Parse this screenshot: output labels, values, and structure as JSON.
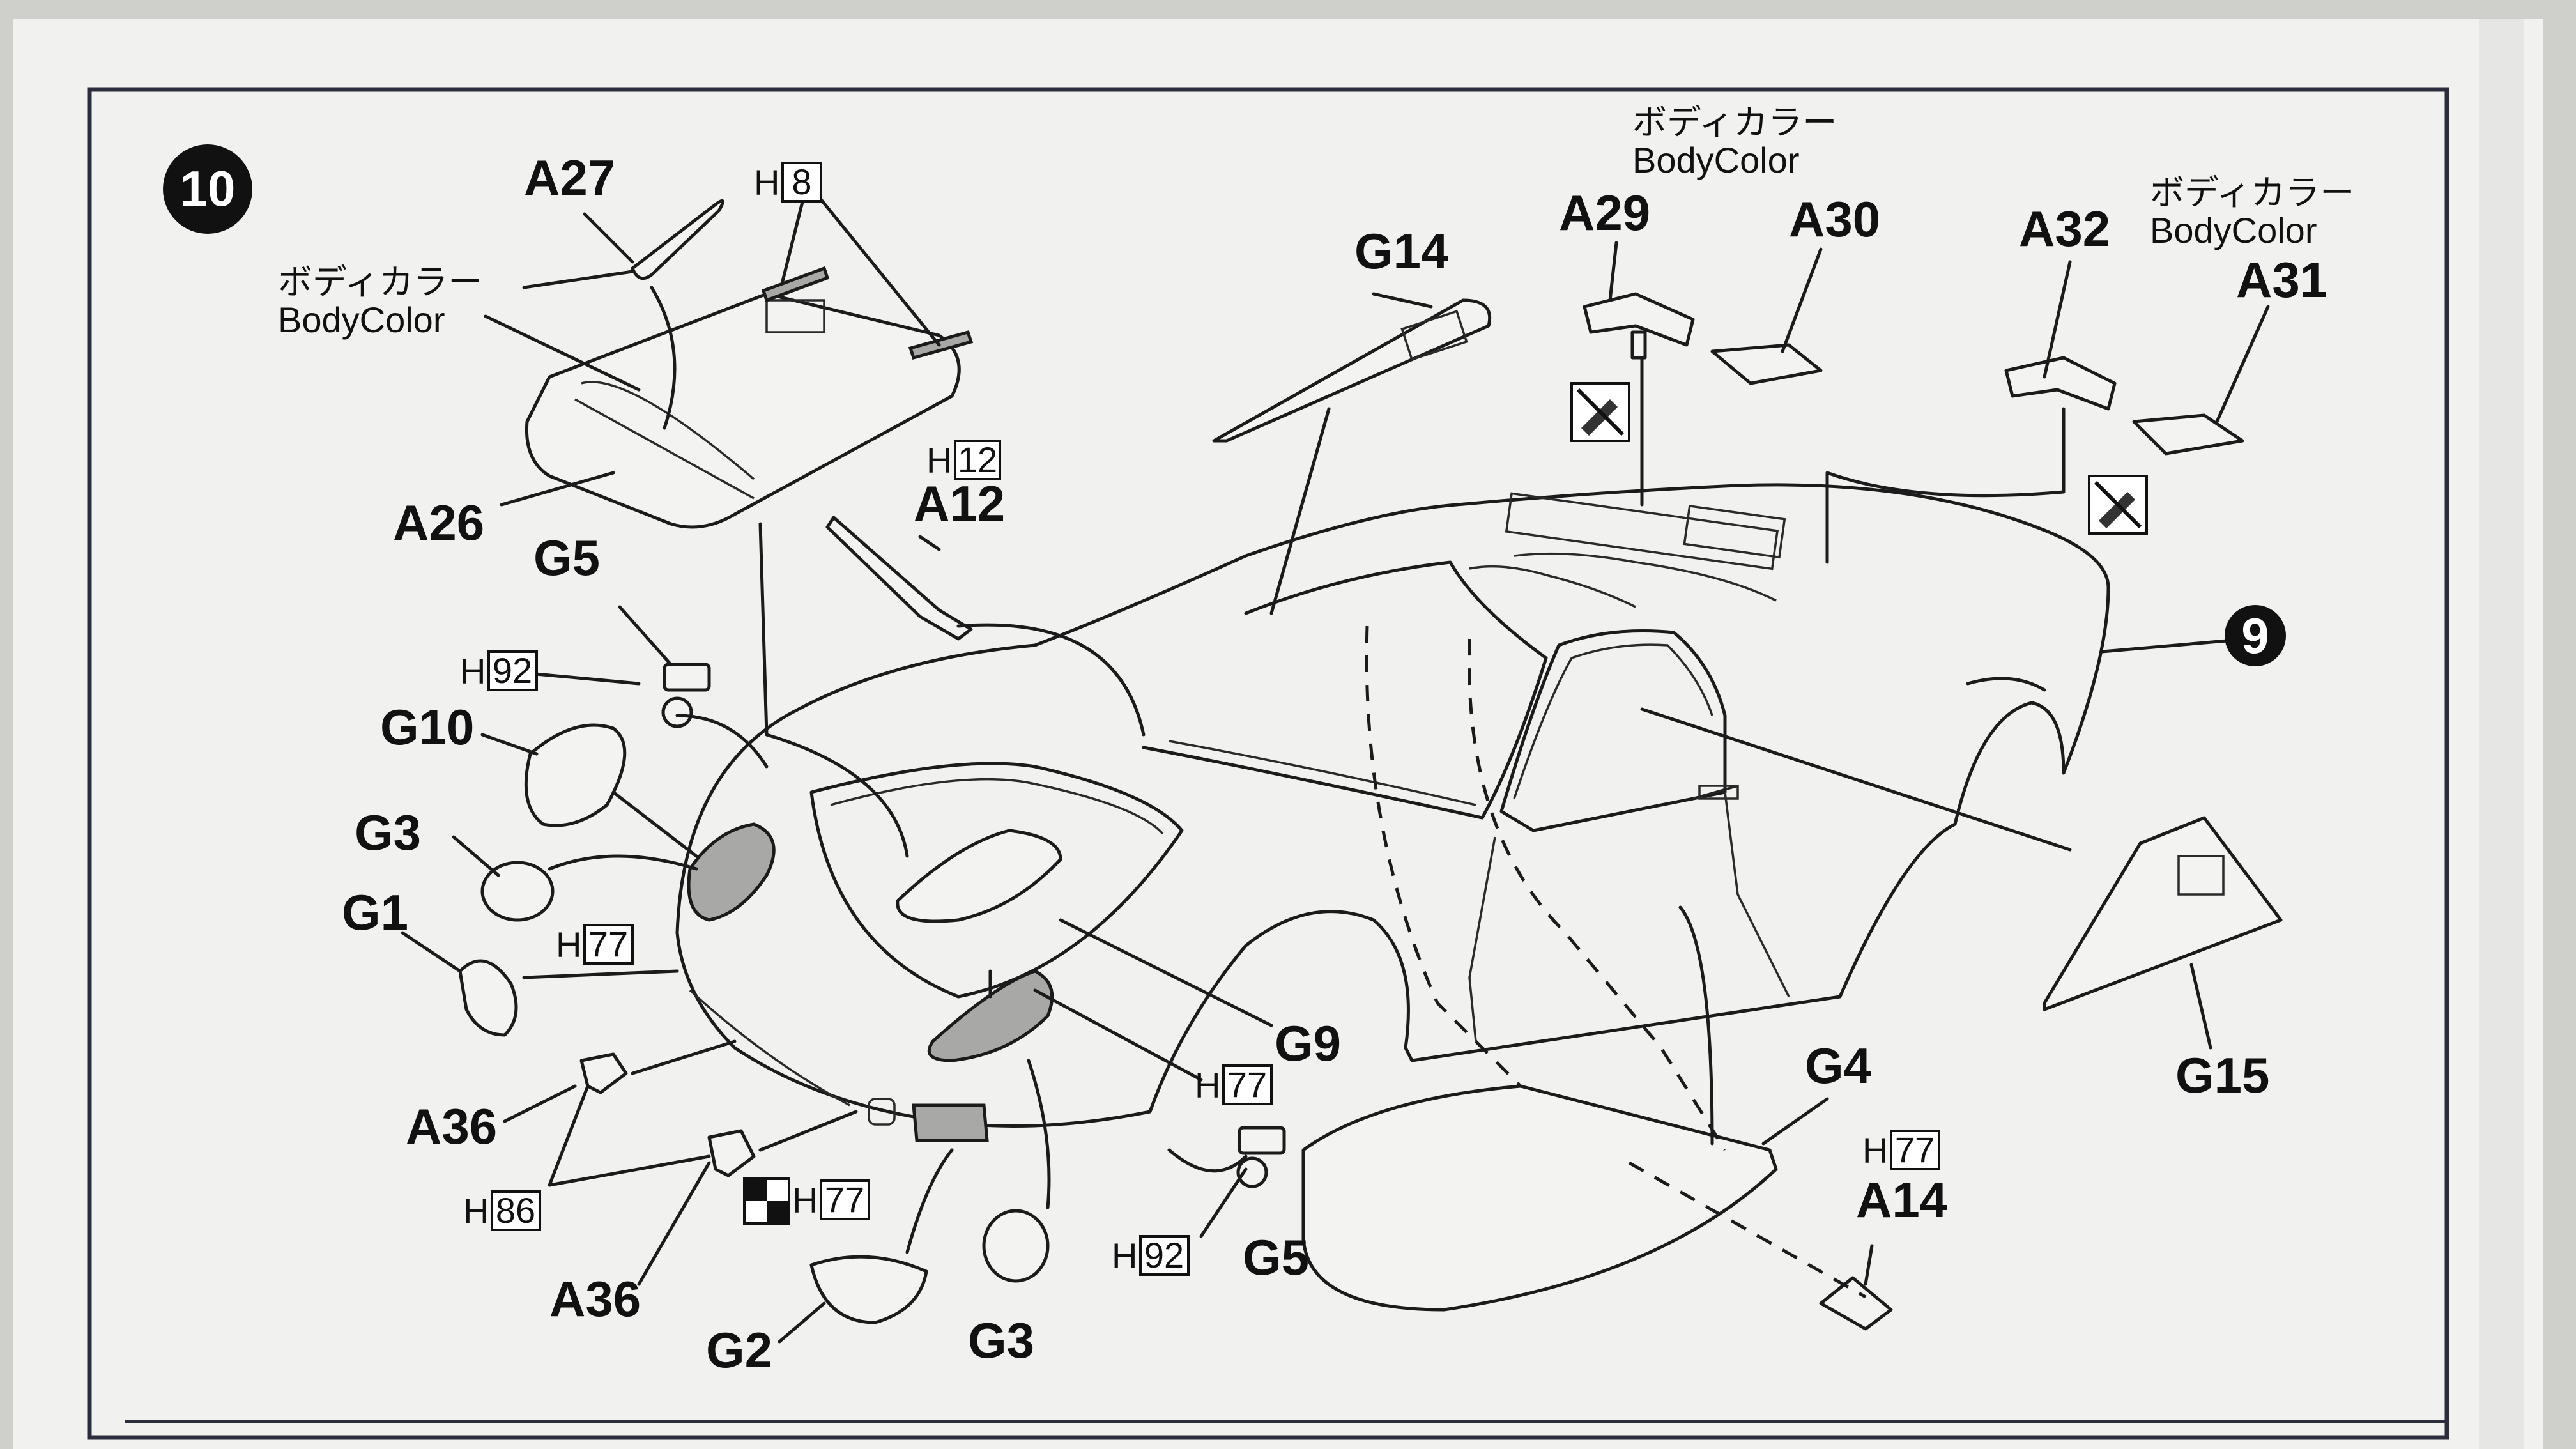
{
  "step": {
    "number": "10",
    "sub_number": "9"
  },
  "colors": {
    "paper": "#f1f2f0",
    "ink": "#111111",
    "frame": "#2b2d3d",
    "background": "#cfd0cc"
  },
  "annotations": {
    "body_color_jp": "ボディカラー",
    "body_color_en": "BodyColor"
  },
  "icons": [
    "circle-number-10-icon",
    "circle-number-9-icon",
    "glue-tube-icon",
    "half-checker-color-icon"
  ],
  "parts": {
    "A27": "A27",
    "A26": "A26",
    "A12": "A12",
    "A29": "A29",
    "A30": "A30",
    "A32": "A32",
    "A31": "A31",
    "A36a": "A36",
    "A36b": "A36",
    "A14": "A14",
    "G14": "G14",
    "G5a": "G5",
    "G5b": "G5",
    "G10": "G10",
    "G3a": "G3",
    "G3b": "G3",
    "G1": "G1",
    "G2": "G2",
    "G9": "G9",
    "G4": "G4",
    "G15": "G15"
  },
  "colors_codes": {
    "h8": "8",
    "h12": "12",
    "h92a": "92",
    "h92b": "92",
    "h77a": "77",
    "h77b": "77",
    "h77c": "77",
    "h77d": "77",
    "h86": "86"
  },
  "code_prefix": "H"
}
